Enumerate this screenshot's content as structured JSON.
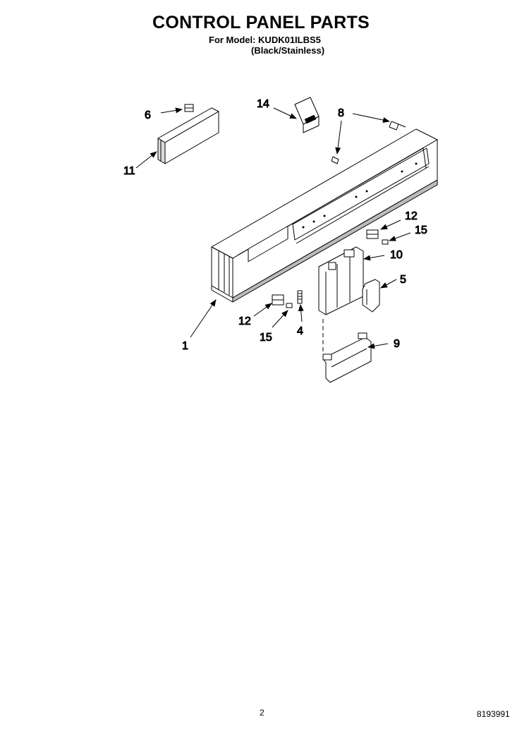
{
  "header": {
    "title": "CONTROL PANEL PARTS",
    "model_line": "For Model: KUDK01ILBS5",
    "variant_line": "(Black/Stainless)"
  },
  "callouts": {
    "c1": "1",
    "c4": "4",
    "c5": "5",
    "c6": "6",
    "c8": "8",
    "c9": "9",
    "c10": "10",
    "c11": "11",
    "c12a": "12",
    "c12b": "12",
    "c14": "14",
    "c15a": "15",
    "c15b": "15"
  },
  "footer": {
    "page_number": "2",
    "document_number": "8193991"
  }
}
